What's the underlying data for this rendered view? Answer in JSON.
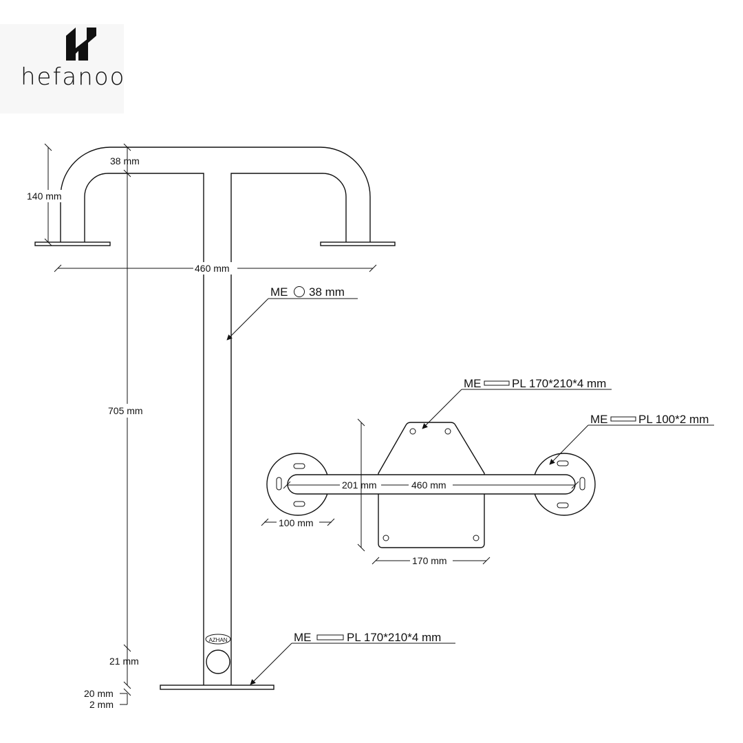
{
  "brand": {
    "name": "hefanoo"
  },
  "side_view": {
    "dims": {
      "tube_radius": "38 mm",
      "height_top": "140 mm",
      "width": "460 mm",
      "post_height": "705 mm",
      "base_offset": "21 mm",
      "base_height": "20 mm",
      "plate_thickness": "2 mm"
    },
    "callouts": {
      "tube": {
        "prefix": "ME",
        "text": "38 mm"
      },
      "base_plate": {
        "prefix": "ME",
        "text": "PL 170*210*4 mm"
      }
    },
    "emblem": "AZHAN"
  },
  "top_view": {
    "dims": {
      "plate_height": "201 mm",
      "bar_length": "460 mm",
      "flange_diameter": "100 mm",
      "plate_width": "170 mm"
    },
    "callouts": {
      "plate": {
        "prefix": "ME",
        "text": "PL 170*210*4 mm"
      },
      "flange": {
        "prefix": "ME",
        "text": "PL 100*2 mm"
      }
    }
  }
}
